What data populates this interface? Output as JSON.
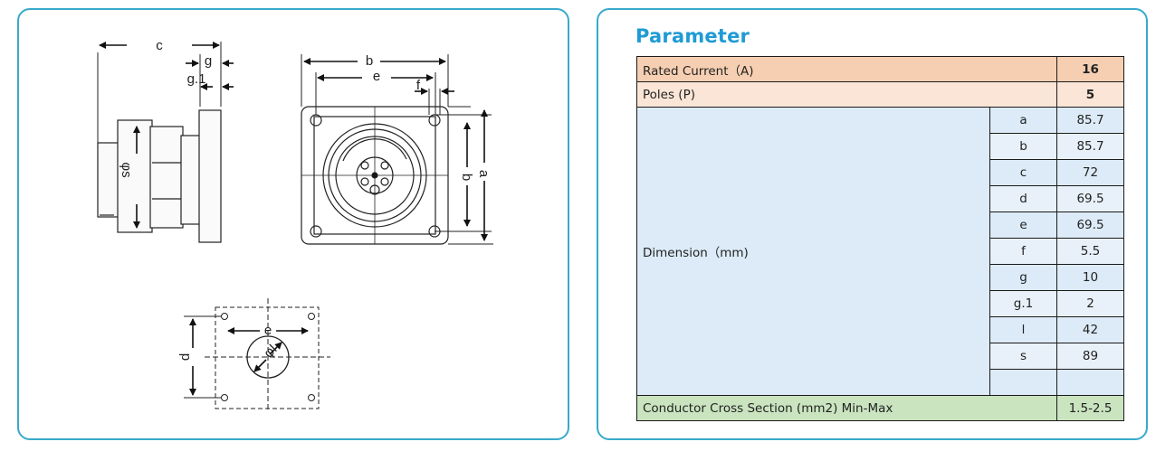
{
  "title": "Parameter",
  "rows": {
    "rated_current": {
      "label": "Rated Current（A)",
      "value": "16"
    },
    "poles": {
      "label": "Poles (P)",
      "value": "5"
    },
    "dimension": {
      "label": "Dimension（mm)",
      "items": [
        {
          "key": "a",
          "value": "85.7"
        },
        {
          "key": "b",
          "value": "85.7"
        },
        {
          "key": "c",
          "value": "72"
        },
        {
          "key": "d",
          "value": "69.5"
        },
        {
          "key": "e",
          "value": "69.5"
        },
        {
          "key": "f",
          "value": "5.5"
        },
        {
          "key": "g",
          "value": "10"
        },
        {
          "key": "g.1",
          "value": "2"
        },
        {
          "key": "l",
          "value": "42"
        },
        {
          "key": "s",
          "value": "89"
        }
      ]
    },
    "conductor": {
      "label": "Conductor Cross Section (mm2) Min-Max",
      "value": "1.5-2.5"
    }
  },
  "drawing_labels": {
    "c": "c",
    "g": "g",
    "g1": "g.1",
    "phi_s": "φs",
    "b": "b",
    "e": "e",
    "f": "f",
    "a": "a",
    "b_side": "b",
    "e_bottom": "e",
    "d_bottom": "d",
    "phi_l": "φl"
  },
  "colors": {
    "border": "#38aacb",
    "title": "#1f9bd4",
    "peach": "#f6cfb2",
    "blue": "#dcebf7",
    "green": "#c9e4bf"
  }
}
